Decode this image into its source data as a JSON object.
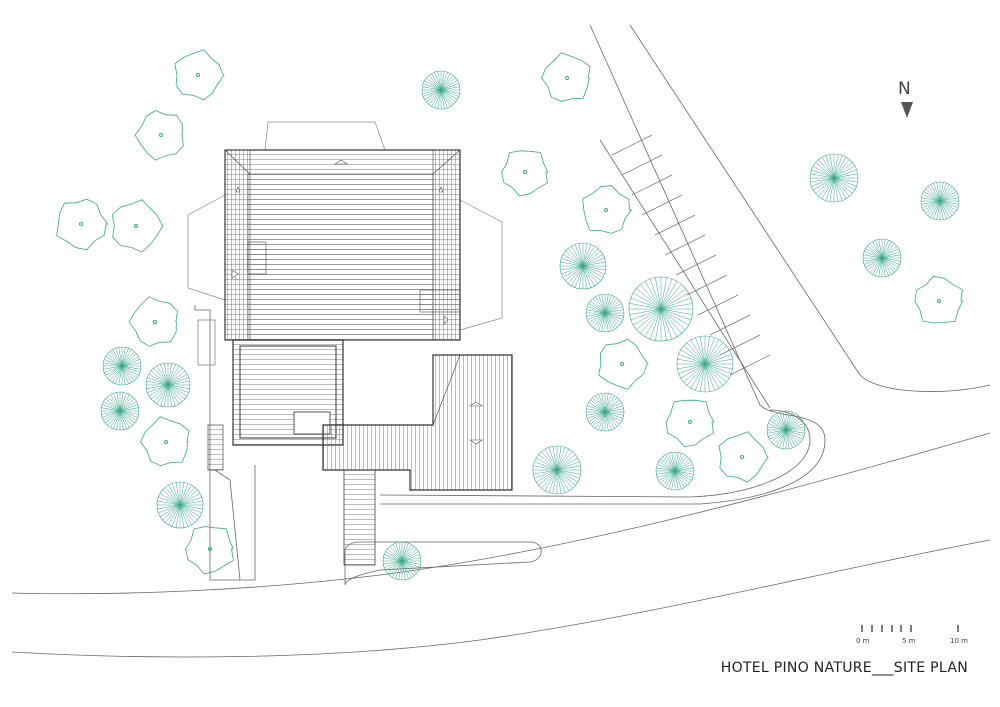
{
  "title": "HOTEL PINO NATURE___SITE PLAN",
  "north": {
    "label": "N"
  },
  "scale_bar": {
    "labels": [
      "0 m",
      "5 m",
      "10 m"
    ]
  },
  "colors": {
    "line": "#555555",
    "tree": "#3aa58c",
    "roof": "#333333"
  },
  "trees_shown_as": "circle-icons"
}
